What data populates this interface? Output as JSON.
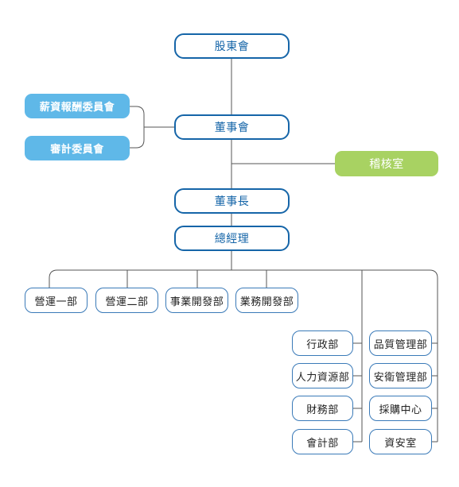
{
  "nodes": {
    "shareholders": "股東會",
    "board": "董事會",
    "compensation_committee": "薪資報酬委員會",
    "audit_committee": "審計委員會",
    "internal_audit": "稽核室",
    "chairman": "董事長",
    "general_manager": "總經理",
    "sales_1": "營運一部",
    "sales_2": "營運二部",
    "business_dev_1": "事業開發部",
    "business_dev_2": "業務開發部",
    "admin": "行政部",
    "hr": "人力資源部",
    "finance": "財務部",
    "accounting": "會計部",
    "quality": "品質管理部",
    "security_mgmt": "安衛管理部",
    "procurement": "採購中心",
    "it": "資安室"
  },
  "colors": {
    "main_border": "#1565a8",
    "committee_fill": "#5fb8e8",
    "audit_fill": "#a8d262",
    "dept_border": "#3a7ab8",
    "line": "#555555"
  }
}
